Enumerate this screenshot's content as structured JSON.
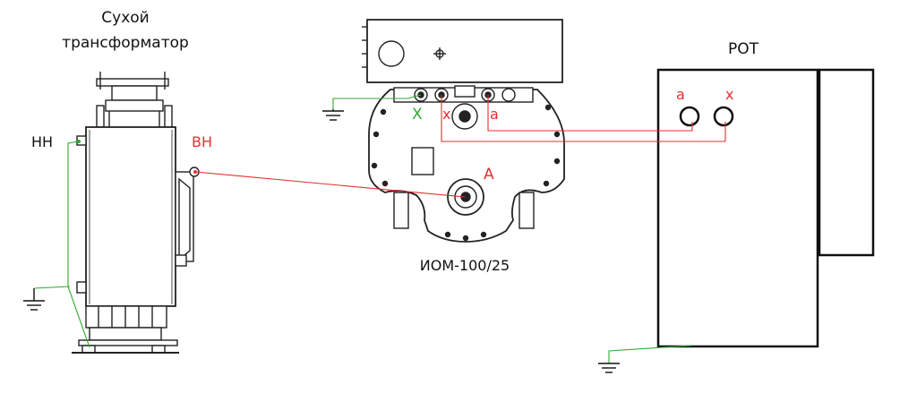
{
  "transformer": {
    "title_line1": "Сухой",
    "title_line2": "трансформатор",
    "lv_label": "НН",
    "hv_label": "ВН"
  },
  "iom": {
    "name": "ИОМ-100/25",
    "terminal_X": "X",
    "terminal_x": "x",
    "terminal_a": "a",
    "terminal_A": "A"
  },
  "rot": {
    "name": "РОТ",
    "terminal_a": "a",
    "terminal_x": "x"
  },
  "colors": {
    "wire_red": "#e53030",
    "wire_green": "#2faa2f",
    "outline": "#111111"
  }
}
